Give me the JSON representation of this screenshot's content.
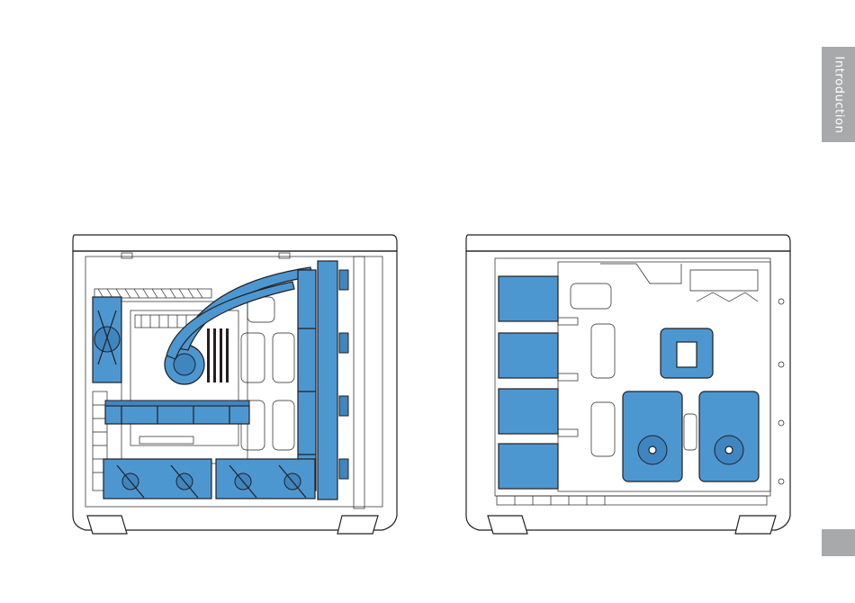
{
  "side_tab": {
    "label": "Introduction"
  },
  "colors": {
    "accent_blue": "#4d97d1",
    "tab_gray": "#a7a9ab",
    "line": "#231f20"
  },
  "illustrations": [
    {
      "view": "front-side-open",
      "highlight": "blue"
    },
    {
      "view": "rear-side-open",
      "highlight": "blue"
    }
  ]
}
